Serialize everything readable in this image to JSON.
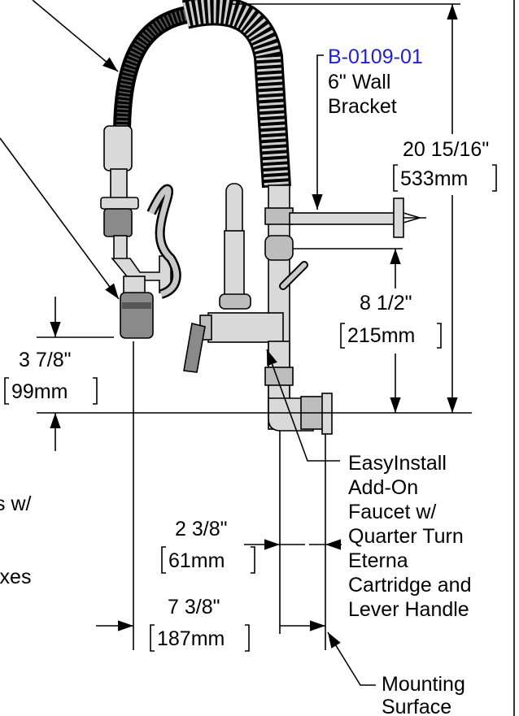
{
  "labels": {
    "part_number": "B-0109-01",
    "bracket_line1": "6\" Wall",
    "bracket_line2": "Bracket",
    "dim_height_in": "20 15/16\"",
    "dim_height_mm": "533mm",
    "dim_mid_in": "8 1/2\"",
    "dim_mid_mm": "215mm",
    "dim_spout_in": "3 7/8\"",
    "dim_spout_mm": "99mm",
    "dim_inlet_in": "2 3/8\"",
    "dim_inlet_mm": "61mm",
    "dim_reach_in": "7 3/8\"",
    "dim_reach_mm": "187mm",
    "faucet_line1": "EasyInstall",
    "faucet_line2": "Add-On",
    "faucet_line3": "Faucet w/",
    "faucet_line4": "Quarter Turn",
    "faucet_line5": "Eterna",
    "faucet_line6": "Cartridge and",
    "faucet_line7": "Lever Handle",
    "mount_line1": "Mounting",
    "mount_line2": "Surface",
    "cut_left_1": "s w/",
    "cut_left_2": "ixes"
  },
  "colors": {
    "link": "#1f1fd6",
    "line": "#000000",
    "metal_light": "#d9d9d9",
    "metal_dark": "#8a8a8a"
  }
}
